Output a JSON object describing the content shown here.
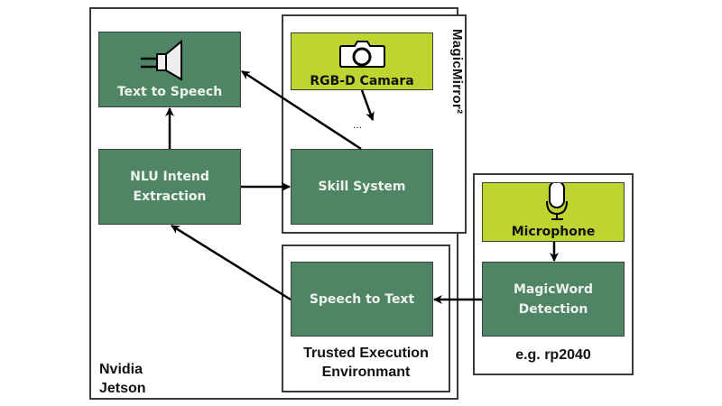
{
  "diagram": {
    "containers": {
      "jetson": {
        "label_line1": "Nvidia",
        "label_line2": "Jetson"
      },
      "magicmirror": {
        "label": "MagicMirror²"
      },
      "tee": {
        "label_line1": "Trusted Execution",
        "label_line2": "Environmant"
      },
      "mcu": {
        "label": "e.g. rp2040"
      }
    },
    "nodes": {
      "tts": {
        "label": "Text to Speech",
        "icon": "speaker-icon"
      },
      "nlu": {
        "label_line1": "NLU Intend",
        "label_line2": "Extraction"
      },
      "camera": {
        "label": "RGB-D Camara",
        "icon": "camera-icon"
      },
      "ellipsis": {
        "label": "..."
      },
      "skill": {
        "label": "Skill System"
      },
      "stt": {
        "label": "Speech to Text"
      },
      "microphone": {
        "label": "Microphone",
        "icon": "microphone-icon"
      },
      "magicword": {
        "label_line1": "MagicWord",
        "label_line2": "Detection"
      }
    },
    "edges": [
      {
        "from": "nlu",
        "to": "tts"
      },
      {
        "from": "nlu",
        "to": "skill"
      },
      {
        "from": "skill",
        "to": "tts"
      },
      {
        "from": "camera",
        "to": "ellipsis"
      },
      {
        "from": "stt",
        "to": "nlu"
      },
      {
        "from": "magicword",
        "to": "stt"
      },
      {
        "from": "microphone",
        "to": "magicword"
      }
    ],
    "colors": {
      "process_green": "#4f8564",
      "sensor_lime": "#bdd431",
      "border": "#3a3a3a"
    }
  }
}
